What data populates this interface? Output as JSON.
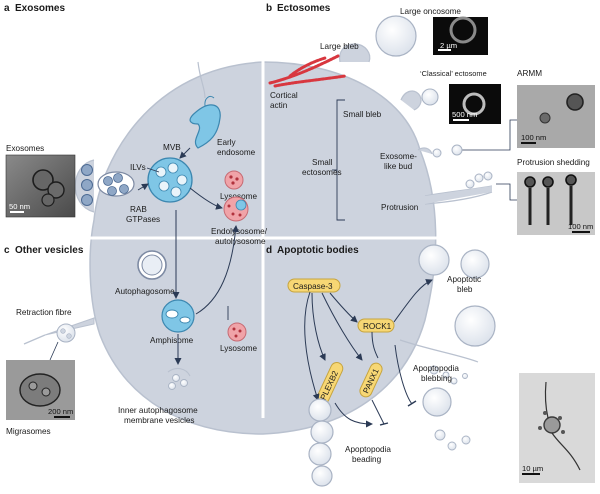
{
  "panels": {
    "a": {
      "letter": "a",
      "title": "Exosomes"
    },
    "b": {
      "letter": "b",
      "title": "Ectosomes"
    },
    "c": {
      "letter": "c",
      "title": "Other vesicles"
    },
    "d": {
      "letter": "d",
      "title": "Apoptotic bodies"
    }
  },
  "labels": {
    "exosomes_inset": "Exosomes",
    "mvb": "MVB",
    "ilvs": "ILVs",
    "early_endosome_1": "Early",
    "early_endosome_2": "endosome",
    "rab_1": "RAB",
    "rab_2": "GTPases",
    "lysosome_a": "Lysosome",
    "endolysosome_1": "Endolysosome/",
    "endolysosome_2": "autolysosome",
    "large_oncosome": "Large oncosome",
    "large_bleb": "Large bleb",
    "cortical_actin_1": "Cortical",
    "cortical_actin_2": "actin",
    "classical_ectosome": "‘Classical’ ectosome",
    "small_bleb": "Small bleb",
    "armm": "ARMM",
    "small_ectosomes_1": "Small",
    "small_ectosomes_2": "ectosomes",
    "exosome_like_bud_1": "Exosome-",
    "exosome_like_bud_2": "like bud",
    "protrusion_shedding": "Protrusion shedding",
    "protrusion": "Protrusion",
    "autophagosome": "Autophagosome",
    "amphisome": "Amphisome",
    "lysosome_c": "Lysosome",
    "retraction_fibre": "Retraction fibre",
    "migrasomes": "Migrasomes",
    "inner_vesicles_1": "Inner autophagosome",
    "inner_vesicles_2": "membrane vesicles",
    "caspase3": "Caspase-3",
    "rock1": "ROCK1",
    "plexb2": "PLEXB2",
    "panx1": "PANX1",
    "apoptotic_bleb_1": "Apoptotic",
    "apoptotic_bleb_2": "bleb",
    "apoptopodia_blebbing_1": "Apoptopodia",
    "apoptopodia_blebbing_2": "blebbing",
    "apoptopodia_beading_1": "Apoptopodia",
    "apoptopodia_beading_2": "beading"
  },
  "scale_bars": {
    "exosomes": "50 nm",
    "large_oncosome": "2 µm",
    "classical_ectosome": "500 nm",
    "armm": "100 nm",
    "protrusion_shedding": "100 nm",
    "migrasomes": "200 nm",
    "apoptotic": "10 µm"
  },
  "colors": {
    "cell_fill": "#cdd3de",
    "cell_stroke": "#b9c1cf",
    "vesicle_fill": "#e9eef5",
    "endosome_blue": "#7fc6e6",
    "lysosome_pink": "#f0a3a8",
    "actin_red": "#d8373f",
    "protein_yellow": "#f7d774",
    "arrow": "#2b3a55"
  }
}
